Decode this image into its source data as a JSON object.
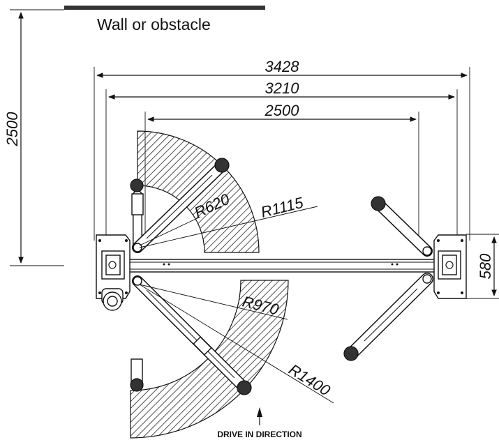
{
  "labels": {
    "wall": "Wall or obstacle",
    "drive": "DRIVE IN DIRECTION"
  },
  "dimensions": {
    "overall_width": "3428",
    "inner_width": "3210",
    "drive_through": "2500",
    "wall_distance": "2500",
    "base_depth": "580"
  },
  "radii": {
    "r620": "R620",
    "r1115": "R1115",
    "r970": "R970",
    "r1400": "R1400"
  },
  "colors": {
    "line": "#111111",
    "hatch": "#222222",
    "background": "#ffffff"
  }
}
